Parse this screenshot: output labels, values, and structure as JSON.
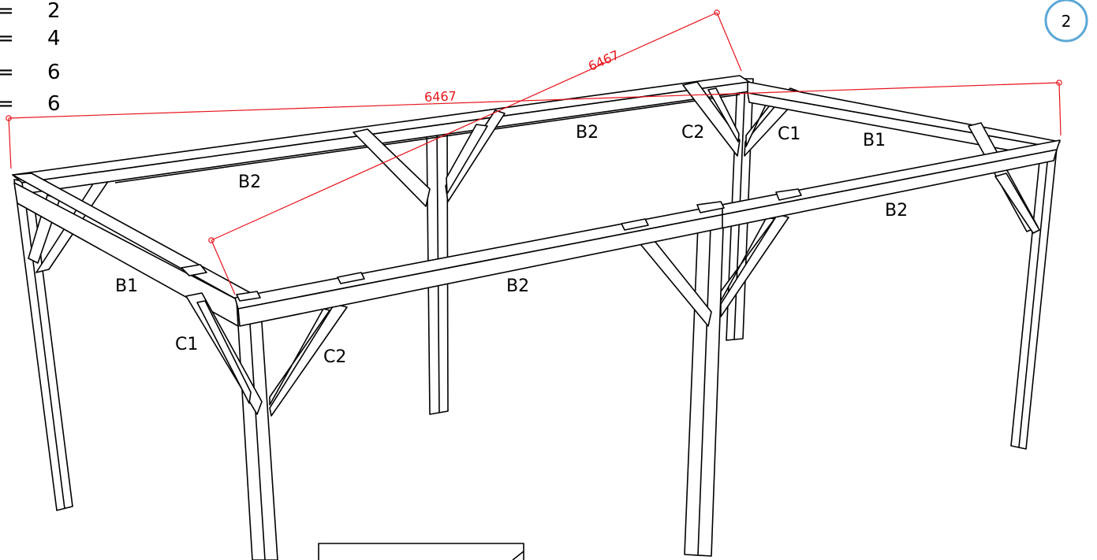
{
  "parts_list": [
    {
      "eq": "=",
      "qty": "2"
    },
    {
      "eq": "=",
      "qty": "4"
    },
    {
      "eq": "=",
      "qty": "6"
    },
    {
      "eq": "=",
      "qty": "6"
    }
  ],
  "step_number": "2",
  "dimensions": {
    "length": "6467",
    "diagonal": "6467"
  },
  "labels": {
    "b2_back_left": "B2",
    "b2_back_mid": "B2",
    "c2_back": "C2",
    "c1_back": "C1",
    "b1_right": "B1",
    "b2_front_right": "B2",
    "b1_left": "B1",
    "b2_front_mid": "B2",
    "c1_front": "C1",
    "c2_front": "C2"
  },
  "colors": {
    "line": "#000000",
    "dimension": "#e8141b",
    "step_ring": "#5aa7d6"
  }
}
